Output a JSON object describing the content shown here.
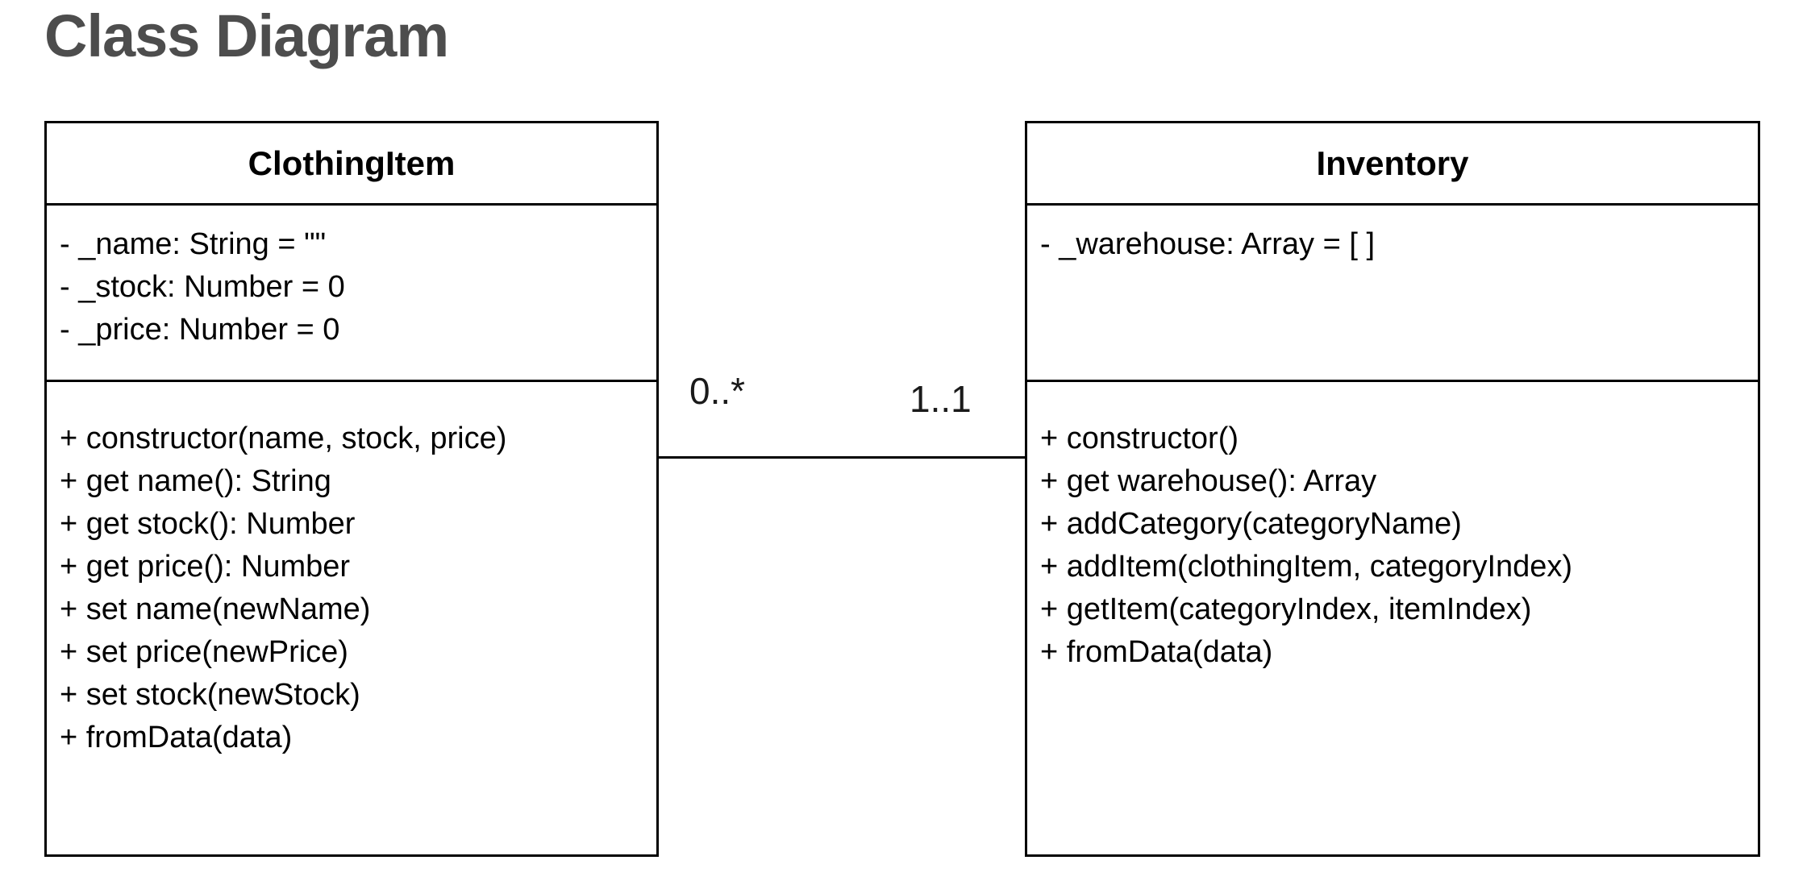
{
  "page": {
    "title": "Class Diagram"
  },
  "diagram": {
    "type": "uml-class-diagram",
    "classes": [
      {
        "name": "ClothingItem",
        "attributes": [
          "- _name: String = \"\"",
          "- _stock: Number = 0",
          "- _price: Number = 0"
        ],
        "methods": [
          "+ constructor(name, stock, price)",
          "+ get name(): String",
          "+ get stock(): Number",
          "+ get price(): Number",
          "+ set name(newName)",
          "+ set price(newPrice)",
          "+ set stock(newStock)",
          "+ fromData(data)"
        ]
      },
      {
        "name": "Inventory",
        "attributes": [
          "- _warehouse: Array = [ ]"
        ],
        "methods": [
          "+ constructor()",
          "+ get warehouse(): Array",
          "+ addCategory(categoryName)",
          "+ addItem(clothingItem, categoryIndex)",
          "+ getItem(categoryIndex, itemIndex)",
          "+ fromData(data)"
        ]
      }
    ],
    "association": {
      "from": "ClothingItem",
      "to": "Inventory",
      "source_multiplicity": "0..*",
      "target_multiplicity": "1..1"
    },
    "colors": {
      "title_text": "#4d4d4d",
      "box_border": "#000000",
      "box_fill": "#ffffff",
      "member_text": "#000000"
    }
  }
}
